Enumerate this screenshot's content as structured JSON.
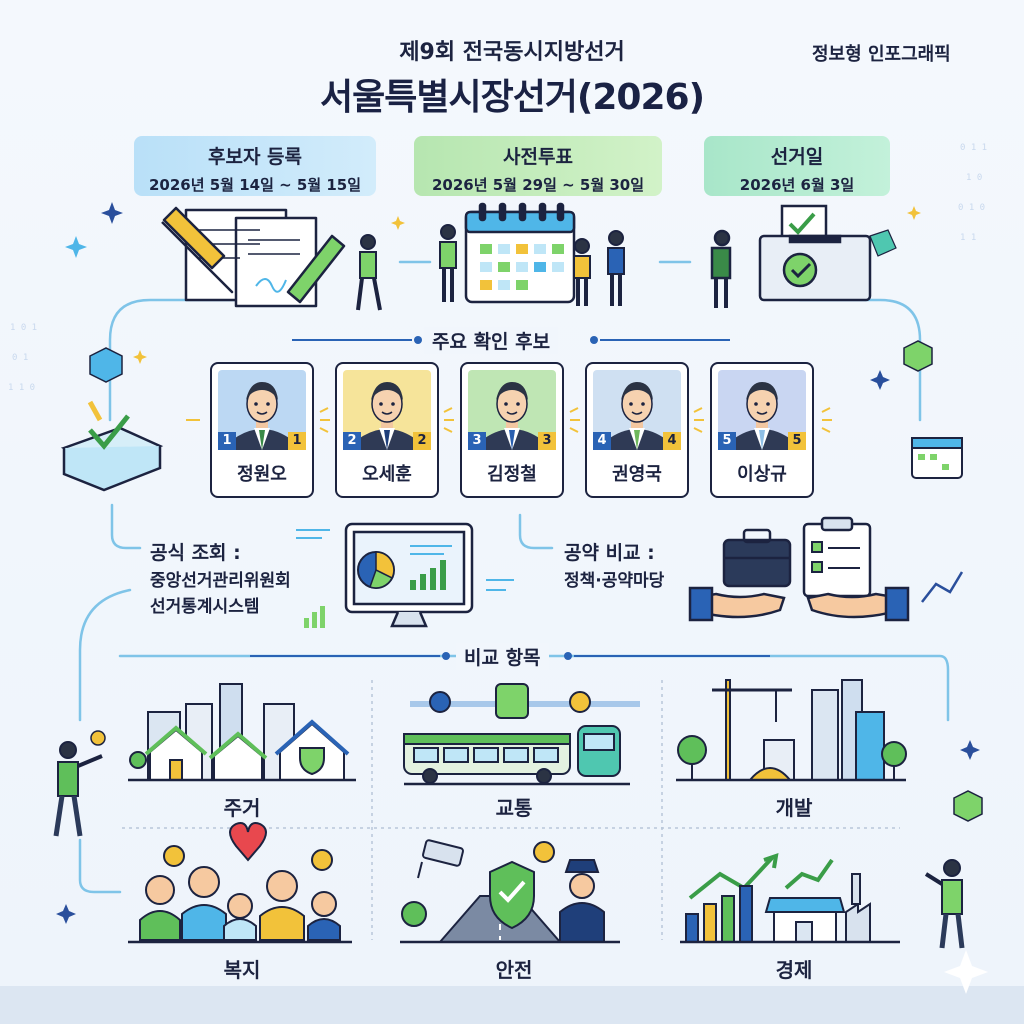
{
  "header": {
    "subtitle": "제9회 전국동시지방선거",
    "title": "서울특별시장선거(2026)",
    "tag": "정보형 인포그래픽"
  },
  "timeline": [
    {
      "title": "후보자 등록",
      "date": "2026년 5월 14일 ~ 5월 15일"
    },
    {
      "title": "사전투표",
      "date": "2026년 5월 29일 ~ 5월 30일"
    },
    {
      "title": "선거일",
      "date": "2026년 6월 3일"
    }
  ],
  "candidates_section": {
    "label": "주요 확인 후보"
  },
  "candidates": [
    {
      "number": "1",
      "name": "정원오",
      "bg": "#bcd8f3",
      "tie": "#3a8a48"
    },
    {
      "number": "2",
      "name": "오세훈",
      "bg": "#f6e49a",
      "tie": "#1f3f7a"
    },
    {
      "number": "3",
      "name": "김정철",
      "bg": "#bfe6b4",
      "tie": "#2a5fb0"
    },
    {
      "number": "4",
      "name": "권영국",
      "bg": "#cfe0f2",
      "tie": "#6eb85c"
    },
    {
      "number": "5",
      "name": "이상규",
      "bg": "#c9d6f2",
      "tie": "#8fbfe6"
    }
  ],
  "official": {
    "title": "공식 조회 :",
    "line1": "중앙선거관리위원회",
    "line2": "선거통계시스템"
  },
  "pledge": {
    "title": "공약 비교 :",
    "line1": "정책·공약마당"
  },
  "compare_section": {
    "label": "비교 항목"
  },
  "categories": [
    {
      "label": "주거",
      "icon": "housing-icon"
    },
    {
      "label": "교통",
      "icon": "transport-icon"
    },
    {
      "label": "개발",
      "icon": "development-icon"
    },
    {
      "label": "복지",
      "icon": "welfare-icon"
    },
    {
      "label": "안전",
      "icon": "safety-icon"
    },
    {
      "label": "경제",
      "icon": "economy-icon"
    }
  ],
  "colors": {
    "navy": "#1c2340",
    "blue": "#2a63b5",
    "green": "#5fbf5a",
    "yellow": "#f2c23a",
    "teal": "#4fc7b0"
  }
}
